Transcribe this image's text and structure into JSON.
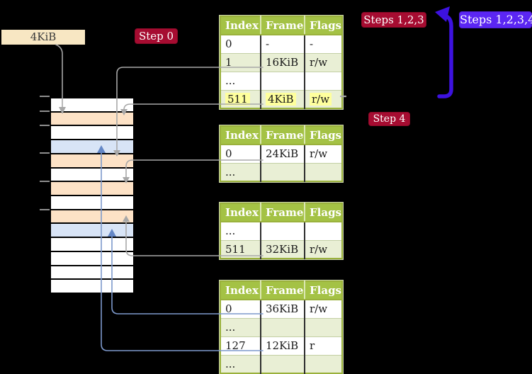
{
  "colors": {
    "background": "#000000",
    "table_header_bg": "#a4c245",
    "table_row_alt_bg": "#e9efd5",
    "table_border": "#9ab13c",
    "highlight_yellow": "#feff9d",
    "badge_red": "#a60c31",
    "badge_blue": "#5b26f3",
    "loop_arrow_blue": "#3d12e0",
    "connector_gray": "#a8a8a8",
    "connector_blue": "#7d99cc",
    "connector_blue_head": "#6487c6",
    "frame_pagetable_bg": "#fde2c6",
    "frame_mapped_page_bg": "#d8e4f6",
    "legend_bg": "#f8e7c3"
  },
  "legend_box": {
    "label": "4KiB"
  },
  "badges": {
    "step0": "Step 0",
    "steps123": "Steps 1,2,3",
    "steps1234": "Steps 1,2,3,4",
    "step4": "Step 4"
  },
  "table_columns": [
    "Index",
    "Frame",
    "Flags"
  ],
  "page_tables": [
    {
      "rows": [
        {
          "index": "0",
          "frame": "-",
          "flags": "-"
        },
        {
          "index": "1",
          "frame": "16KiB",
          "flags": "r/w"
        },
        {
          "index": "...",
          "frame": "",
          "flags": ""
        },
        {
          "index": "511",
          "frame": "4KiB",
          "flags": "r/w",
          "highlighted": true
        }
      ]
    },
    {
      "rows": [
        {
          "index": "0",
          "frame": "24KiB",
          "flags": "r/w"
        },
        {
          "index": "...",
          "frame": "",
          "flags": ""
        }
      ]
    },
    {
      "rows": [
        {
          "index": "...",
          "frame": "",
          "flags": ""
        },
        {
          "index": "511",
          "frame": "32KiB",
          "flags": "r/w"
        }
      ]
    },
    {
      "rows": [
        {
          "index": "0",
          "frame": "36KiB",
          "flags": "r/w"
        },
        {
          "index": "...",
          "frame": "",
          "flags": ""
        },
        {
          "index": "127",
          "frame": "12KiB",
          "flags": "r"
        },
        {
          "index": "...",
          "frame": "",
          "flags": ""
        }
      ]
    }
  ],
  "memory": {
    "frames": [
      "free",
      "table",
      "free",
      "page",
      "table",
      "free",
      "table",
      "free",
      "table",
      "page",
      "free",
      "free",
      "free",
      "free"
    ]
  }
}
